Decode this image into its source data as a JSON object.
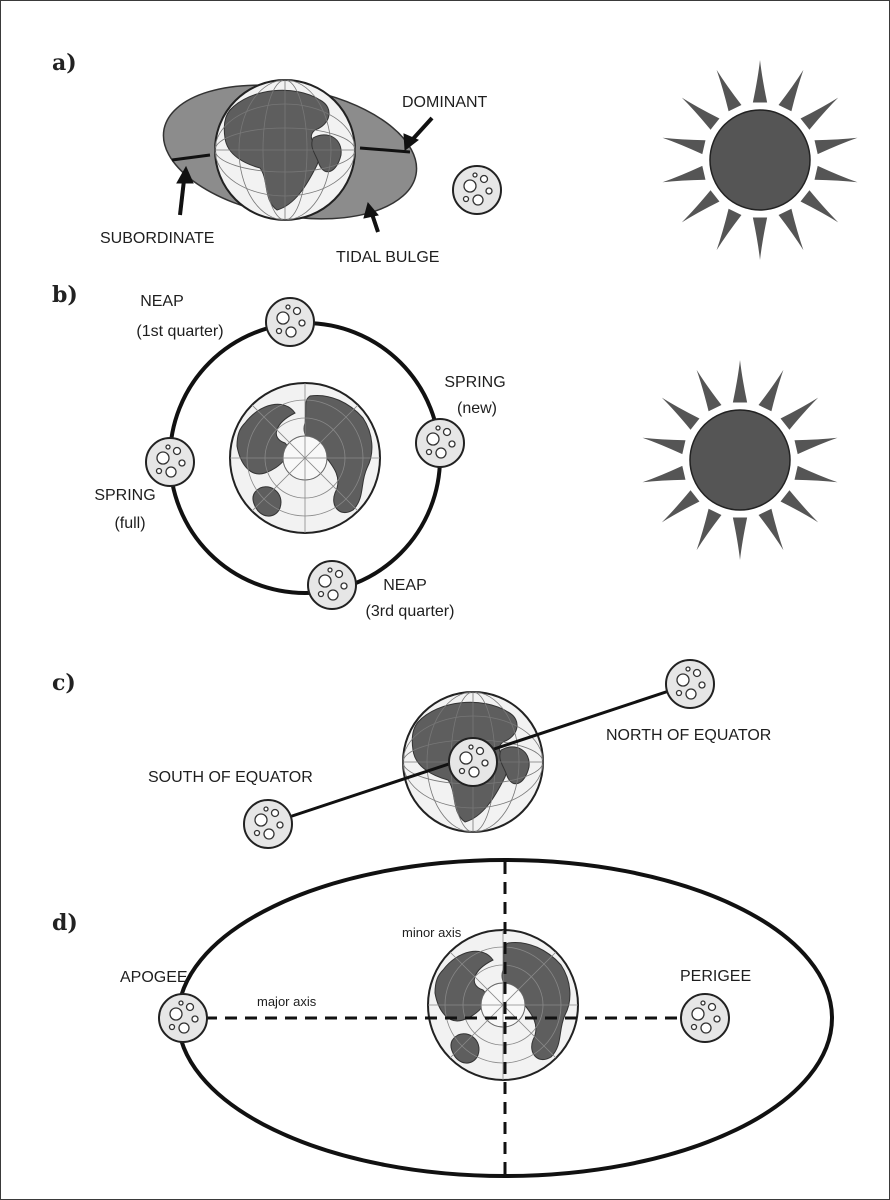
{
  "panels": {
    "a": {
      "label": "a)",
      "dominant": "DOMINANT",
      "subordinate": "SUBORDINATE",
      "tidal_bulge": "TIDAL BULGE"
    },
    "b": {
      "label": "b)",
      "neap_top_1": "NEAP",
      "neap_top_2": "(1st quarter)",
      "spring_new_1": "SPRING",
      "spring_new_2": "(new)",
      "spring_full_1": "SPRING",
      "spring_full_2": "(full)",
      "neap_bottom_1": "NEAP",
      "neap_bottom_2": "(3rd quarter)"
    },
    "c": {
      "label": "c)",
      "south": "SOUTH OF EQUATOR",
      "north": "NORTH OF EQUATOR"
    },
    "d": {
      "label": "d)",
      "apogee": "APOGEE",
      "perigee": "PERIGEE",
      "minor_axis": "minor axis",
      "major_axis": "major axis"
    }
  },
  "icons": [
    "globe-icon",
    "moon-icon",
    "sun-icon"
  ],
  "colors": {
    "land": "#5e5e5e",
    "ocean": "#f2f2f2",
    "bulge": "#8c8c8c",
    "sun": "#555555",
    "moon": "#e6e6e6",
    "line": "#111111"
  }
}
